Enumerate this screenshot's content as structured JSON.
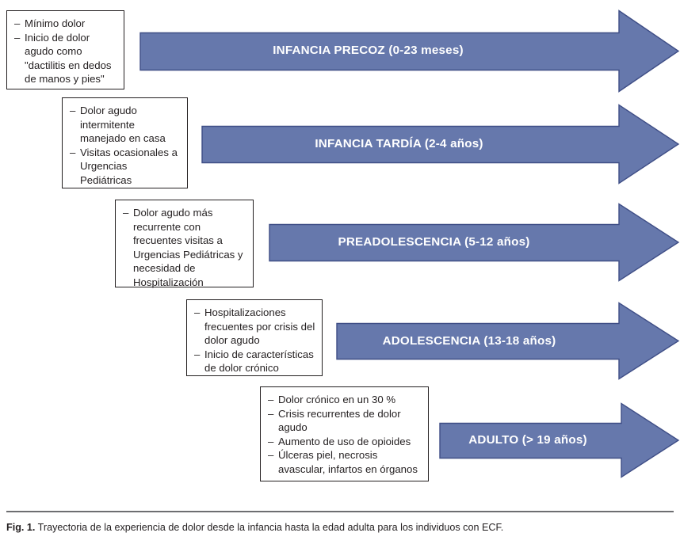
{
  "figure": {
    "colors": {
      "arrow_fill": "#6678ac",
      "arrow_stroke": "#3f4e86",
      "box_border": "#231f20",
      "text": "#231f20",
      "arrow_label_text": "#ffffff",
      "rule": "#6d6e71",
      "background": "#ffffff"
    },
    "stages": [
      {
        "id": "infancia-precoz",
        "label": "INFANCIA PRECOZ (0-23 meses)",
        "stage_name": "INFANCIA PRECOZ",
        "age_range": "(0-23 meses)",
        "callout": [
          "Mínimo dolor",
          "Inicio de dolor agudo como \"dactilitis en dedos de manos y pies\""
        ]
      },
      {
        "id": "infancia-tardia",
        "label": "INFANCIA TARDÍA (2-4 años)",
        "stage_name": "INFANCIA TARDÍA",
        "age_range": "(2-4 años)",
        "callout": [
          "Dolor agudo intermitente manejado en casa",
          "Visitas ocasionales a Urgencias Pediátricas"
        ]
      },
      {
        "id": "preadolescencia",
        "label": "PREADOLESCENCIA (5-12 años)",
        "stage_name": "PREADOLESCENCIA",
        "age_range": "(5-12 años)",
        "callout": [
          "Dolor agudo más recurrente con frecuentes visitas a Urgencias Pediátricas y necesidad de Hospitalización"
        ]
      },
      {
        "id": "adolescencia",
        "label": "ADOLESCENCIA (13-18 años)",
        "stage_name": "ADOLESCENCIA",
        "age_range": "(13-18 años)",
        "callout": [
          "Hospitalizaciones frecuentes por crisis del dolor agudo",
          "Inicio de características de dolor crónico"
        ]
      },
      {
        "id": "adulto",
        "label": "ADULTO (> 19 años)",
        "stage_name": "ADULTO",
        "age_range": "(> 19 años)",
        "callout": [
          "Dolor crónico en un 30 %",
          "Crisis recurrentes de dolor agudo",
          "Aumento de uso de opioides",
          "Úlceras piel, necrosis avascular, infartos en órganos"
        ]
      }
    ],
    "bullet_marker": "–",
    "caption": {
      "prefix": "Fig. 1.",
      "text": "Trayectoria de la experiencia de dolor desde la infancia hasta la edad adulta para los individuos con ECF."
    }
  }
}
